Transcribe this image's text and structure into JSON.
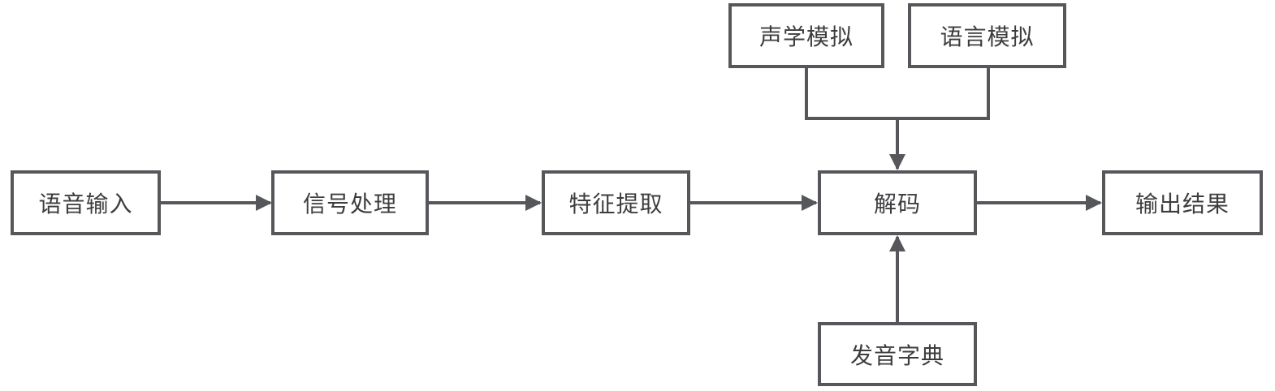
{
  "nodes": {
    "speech_input": {
      "label": "语音输入"
    },
    "signal_processing": {
      "label": "信号处理"
    },
    "feature_extraction": {
      "label": "特征提取"
    },
    "decoding": {
      "label": "解码"
    },
    "output_result": {
      "label": "输出结果"
    },
    "acoustic_model": {
      "label": "声学模拟"
    },
    "language_model": {
      "label": "语言模拟"
    },
    "pronunciation_dict": {
      "label": "发音字典"
    }
  },
  "edges": [
    {
      "from": "语音输入",
      "to": "信号处理"
    },
    {
      "from": "信号处理",
      "to": "特征提取"
    },
    {
      "from": "特征提取",
      "to": "解码"
    },
    {
      "from": "解码",
      "to": "输出结果"
    },
    {
      "from": "声学模拟",
      "to": "解码"
    },
    {
      "from": "语言模拟",
      "to": "解码"
    },
    {
      "from": "发音字典",
      "to": "解码"
    }
  ],
  "colors": {
    "line": "#56575a",
    "border": "#56575a",
    "text": "#3c3d3f",
    "background": "#ffffff"
  }
}
